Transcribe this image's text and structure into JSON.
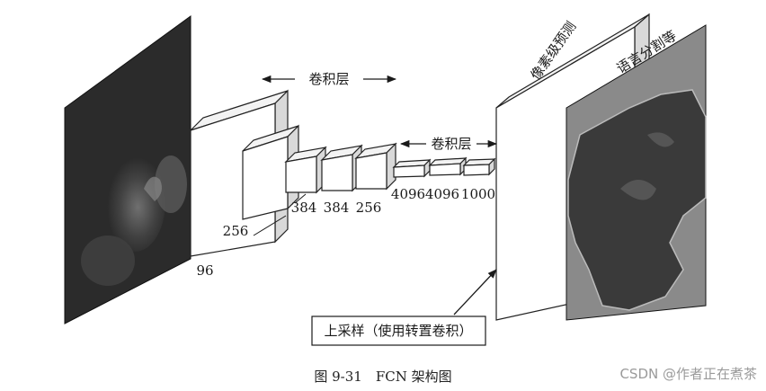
{
  "labels": {
    "conv_top": "卷积层",
    "conv_mid": "卷积层",
    "pixel_pred": "像素级预测",
    "seg": "语言分割等",
    "upsample": "上采样（使用转置卷积）"
  },
  "sizes": {
    "s96": "96",
    "s256a": "256",
    "s384a": "384",
    "s384b": "384",
    "s256b": "256",
    "s4096a": "4096",
    "s4096b": "4096",
    "s1000": "1000"
  },
  "caption": "图 9-31　FCN 架构图",
  "watermark": "CSDN @作者正在煮茶",
  "colors": {
    "photo_dark": "#2b2b2b",
    "seg_light": "#8a8a8a",
    "seg_dark": "#3a3a3a"
  }
}
